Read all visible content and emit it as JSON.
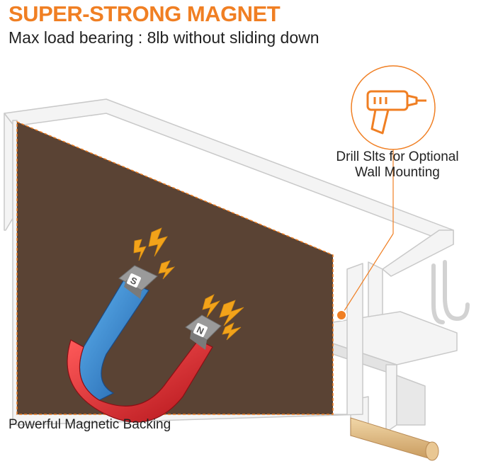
{
  "headline": "SUPER-STRONG MAGNET",
  "subheadline": "Max load bearing : 8lb without sliding down",
  "callouts": {
    "drill_line1": "Drill Slts for Optional",
    "drill_line2": "Wall Mounting",
    "magnetic": "Powerful Magnetic Backing"
  },
  "magnet_poles": {
    "south": "S",
    "north": "N"
  },
  "colors": {
    "accent": "#f07f23",
    "magnet_panel": "#5a4334",
    "rack": "#f4f4f4",
    "magnet_blue": "#3a8fd8",
    "magnet_red": "#e0242c",
    "wood_rod": "#e0c08e"
  },
  "icons": [
    "drill-icon",
    "lightning-icon",
    "horseshoe-magnet-icon"
  ]
}
